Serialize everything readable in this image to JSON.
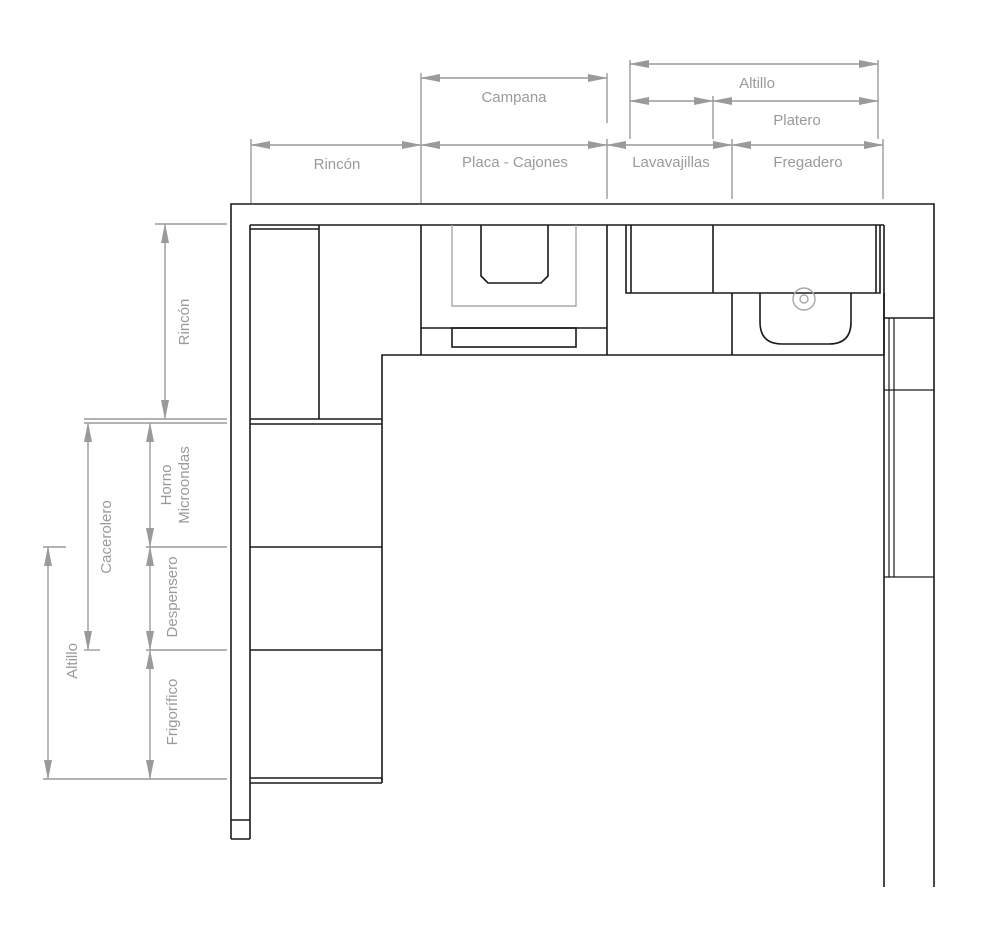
{
  "diagram": {
    "title": "Kitchen L-shaped layout plan",
    "colors": {
      "lines": "#1a1a1a",
      "dimensions": "#9a9a9a",
      "hood_outline": "#a8a8a8",
      "background": "#ffffff"
    },
    "top_dimensions": {
      "row_upper": {
        "campana": "Campana",
        "altillo": "Altillo"
      },
      "row_middle": {
        "platero": "Platero"
      },
      "row_lower": {
        "rincon": "Rincón",
        "placa_cajones": "Placa - Cajones",
        "lavavajillas": "Lavavajillas",
        "fregadero": "Fregadero"
      }
    },
    "left_dimensions": {
      "rincon": "Rincón",
      "horno": "Horno",
      "microondas": "Microondas",
      "cacerolero": "Cacerolero",
      "despensero": "Despensero",
      "altillo": "Altillo",
      "frigorifico": "Frigorífico"
    },
    "components": [
      "wall",
      "corner-cabinet",
      "cooktop-drawers-cabinet",
      "extractor-hood",
      "dishwasher",
      "sink-cabinet",
      "sink-basin",
      "faucet",
      "upper-cabinets",
      "oven-microwave-column",
      "pantry-column",
      "fridge-column",
      "window"
    ]
  }
}
